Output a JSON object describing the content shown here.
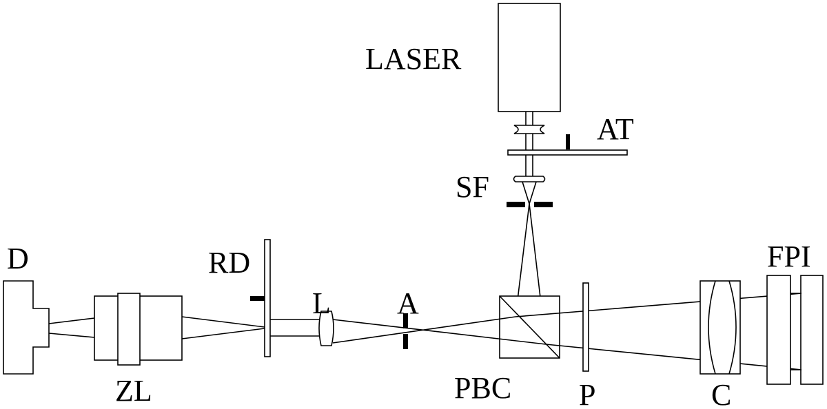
{
  "labels": {
    "laser": "LASER",
    "at": "AT",
    "sf": "SF",
    "d": "D",
    "rd": "RD",
    "l": "L",
    "a": "A",
    "fpi": "FPI",
    "zl": "ZL",
    "pbc": "PBC",
    "p": "P",
    "c": "C"
  }
}
